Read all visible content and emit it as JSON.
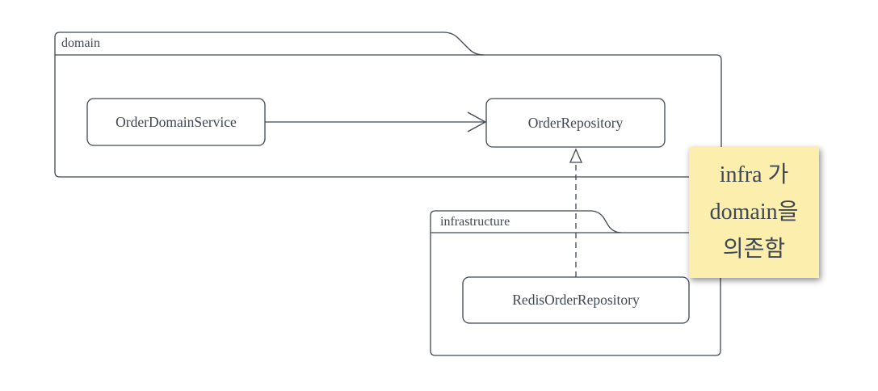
{
  "colors": {
    "stroke": "#3e4753",
    "node_fill": "#ffffff",
    "note_fill": "#fcefae",
    "background": "#ffffff"
  },
  "packages": {
    "domain": {
      "label": "domain"
    },
    "infrastructure": {
      "label": "infrastructure"
    }
  },
  "nodes": {
    "order_domain_service": {
      "label": "OrderDomainService"
    },
    "order_repository": {
      "label": "OrderRepository"
    },
    "redis_order_repository": {
      "label": "RedisOrderRepository"
    }
  },
  "edges": [
    {
      "from": "OrderDomainService",
      "to": "OrderRepository",
      "line": "solid",
      "head": "open-arrow"
    },
    {
      "from": "RedisOrderRepository",
      "to": "OrderRepository",
      "line": "dashed",
      "head": "hollow-triangle"
    }
  ],
  "note": {
    "line1": "infra 가",
    "line2": "domain을",
    "line3": "의존함"
  }
}
